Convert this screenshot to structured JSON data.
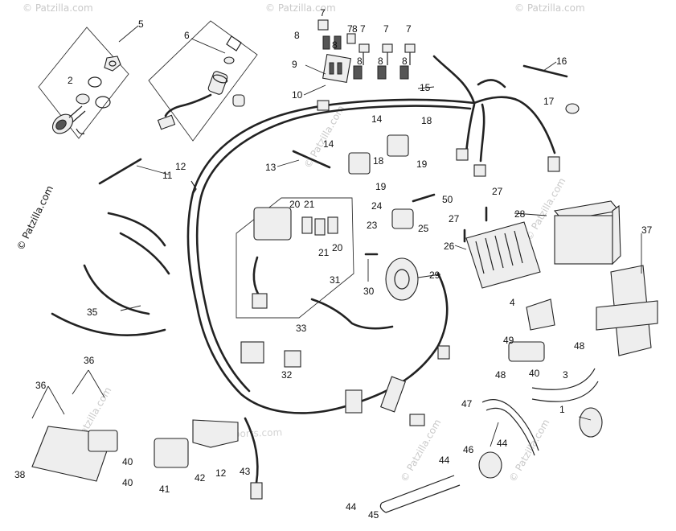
{
  "diagram": {
    "watermark_side": "© Patzilla.com",
    "watermark_center": "Alpha-Sports.com",
    "watermark_small": "© Patzilla.com",
    "callouts": {
      "c1": "1",
      "c2": "2",
      "c3": "3",
      "c4": "4",
      "c5": "5",
      "c6": "6",
      "c7a": "7",
      "c7b": "7",
      "c7c": "7",
      "c7d": "7",
      "c7e": "7",
      "c8a": "8",
      "c8b": "8",
      "c8c": "8",
      "c8d": "8",
      "c8e": "8",
      "c8f": "8",
      "c9": "9",
      "c10": "10",
      "c11": "11",
      "c12a": "12",
      "c12b": "12",
      "c13": "13",
      "c14a": "14",
      "c14b": "14",
      "c15": "15",
      "c16": "16",
      "c17": "17",
      "c18a": "18",
      "c18b": "18",
      "c19a": "19",
      "c19b": "19",
      "c20a": "20",
      "c20b": "20",
      "c21a": "21",
      "c21b": "21",
      "c23": "23",
      "c24": "24",
      "c25": "25",
      "c26": "26",
      "c27a": "27",
      "c27b": "27",
      "c28": "28",
      "c29": "29",
      "c30": "30",
      "c31": "31",
      "c32": "32",
      "c33": "33",
      "c35": "35",
      "c36a": "36",
      "c36b": "36",
      "c37": "37",
      "c38": "38",
      "c40a": "40",
      "c40b": "40",
      "c40c": "40",
      "c41": "41",
      "c42": "42",
      "c43": "43",
      "c44a": "44",
      "c44b": "44",
      "c44c": "44",
      "c45": "45",
      "c46": "46",
      "c47": "47",
      "c48a": "48",
      "c48b": "48",
      "c49": "49",
      "c50": "50"
    }
  }
}
